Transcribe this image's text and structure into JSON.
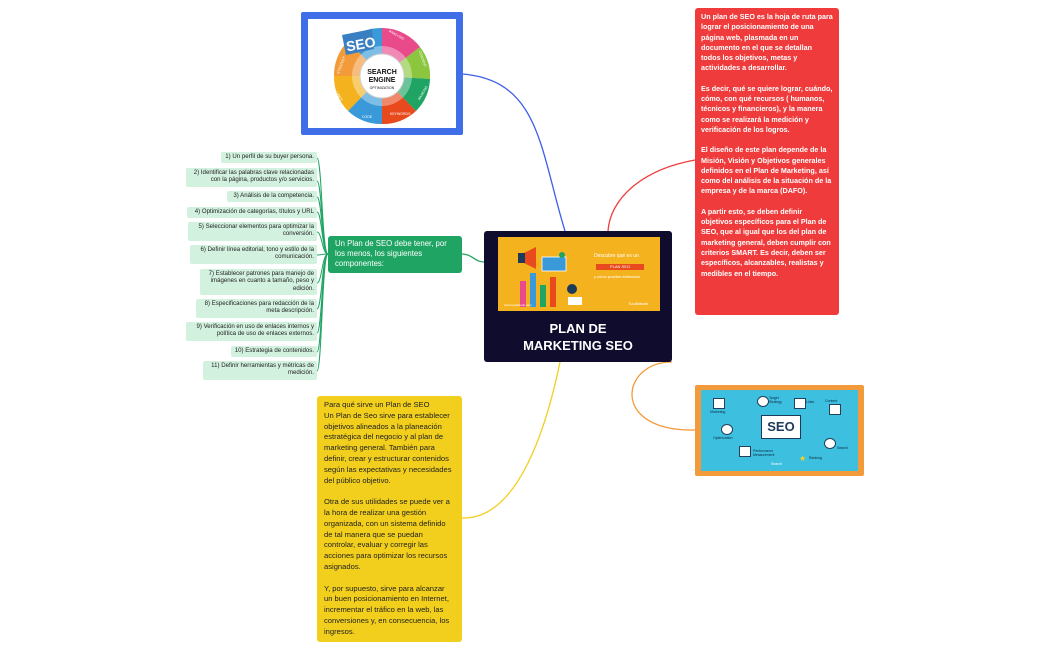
{
  "central": {
    "title_line1": "PLAN DE",
    "title_line2": "MARKETING SEO"
  },
  "central_image": {
    "line1": "Descubre qué es un",
    "line2": "PLAN SEO",
    "line3": "y cómo puedes elaborarlo",
    "brand": "TuuAttitude",
    "url": "www.tuuattitude.com"
  },
  "seo_wheel": {
    "center": [
      "SEARCH",
      "ENGINE",
      "OPTIMIZATION"
    ],
    "badge": "SEO",
    "segments": [
      "ANALYSIS",
      "CONTENT",
      "RANKING",
      "KEYWORDS",
      "CODE",
      "LINKS",
      "STRATEGY"
    ]
  },
  "seo_icons": {
    "center": "SEO",
    "labels": [
      "Marketing",
      "Target Strategy",
      "Links",
      "Content",
      "Optimization",
      "Search",
      "Ranking",
      "Performance Measurement"
    ],
    "brand": "Search"
  },
  "red_note": {
    "paragraphs": [
      "Un plan de SEO es la hoja de ruta para lograr el posicionamiento de una página web, plasmada en un documento en el que se detallan todos los objetivos, metas y actividades a desarrollar.",
      "Es decir, qué se quiere lograr, cuándo, cómo, con qué recursos ( humanos, técnicos y financieros), y la manera como se realizará la medición y verificación de los logros.",
      "El diseño de este plan depende de la Misión, Visión y Objetivos generales definidos en el Plan de Marketing, así como del análisis de la situación de la empresa y de la marca (DAFO).",
      "A partir esto, se deben definir objetivos específicos para el Plan de SEO, que al igual que los del plan de marketing general, deben cumplir con criterios SMART. Es decir, deben ser específicos, alcanzables, realistas y medibles en el tiempo."
    ]
  },
  "yellow_note": {
    "paragraphs": [
      "Para qué sirve un Plan de SEO\nUn Plan de Seo sirve para establecer objetivos alineados a la planeación estratégica del negocio y al plan de marketing general. También para definir, crear y estructurar contenidos según las expectativas y necesidades del público objetivo.",
      "Otra de sus utilidades se puede ver a la hora de realizar una gestión organizada, con un sistema definido de tal manera que se puedan controlar, evaluar y corregir las acciones para optimizar los recursos asignados.",
      "Y, por supuesto, sirve para alcanzar un buen posicionamiento en Internet, incrementar el tráfico en la web,  las conversiones y, en consecuencia, los ingresos."
    ]
  },
  "green_node": {
    "text": "Un Plan de SEO debe tener, por los menos, los siguientes componentes:"
  },
  "components": [
    "1) Un perfil de su buyer persona.",
    "2) Identificar las palabras clave relacionadas con la página, productos y/o servicios.",
    "3) Análisis de la competencia.",
    "4) Optimización de categorías, títulos y URL",
    "5) Seleccionar elementos para optimizar la conversión.",
    "6) Definir línea editorial, tono y estilo de la comunicación.",
    "7) Establecer patrones para manejo de imágenes en cuanto a tamaño, peso y edición.",
    "8) Especificaciones para redacción de la meta descripción.",
    "9) Verificación en uso de enlaces internos y política de uso de enlaces externos.",
    "10) Estrategia de contenidos.",
    "11) Definir herramientas y métricas de medición."
  ],
  "colors": {
    "central": "#0f0c2e",
    "red": "#ef3b3b",
    "yellow": "#f2cf1d",
    "green": "#1fa463",
    "leaf": "#d3f1df",
    "blue_link": "#3f6ee8",
    "orange_link": "#f39a3a"
  }
}
